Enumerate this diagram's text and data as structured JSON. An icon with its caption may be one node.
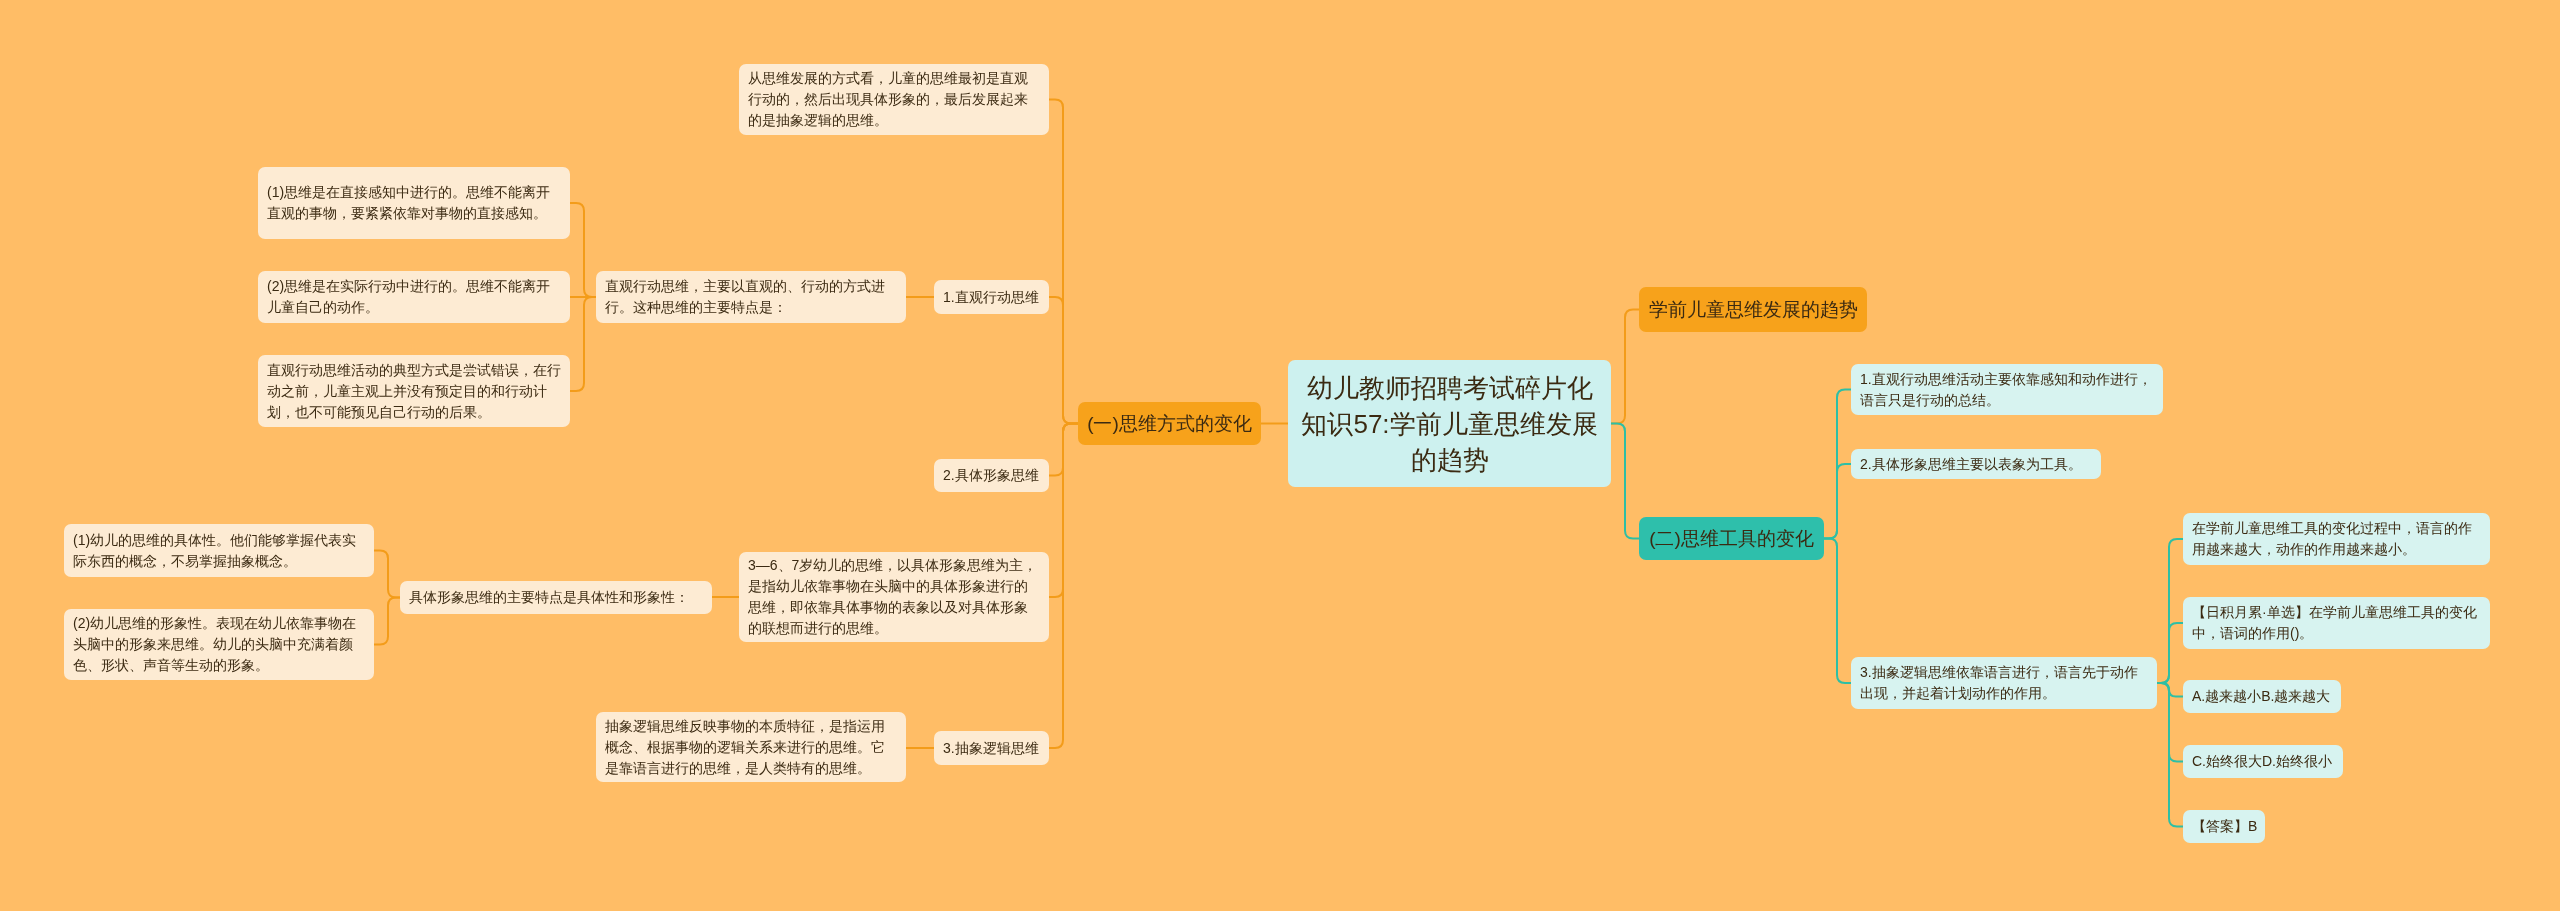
{
  "diagram": {
    "nodes": [
      {
        "text": [
          "幼儿教师招聘考试碎片化知识57:学前儿童思维发展的趋势"
        ]
      },
      {
        "text": [
          "(一)思维方式的变化"
        ]
      },
      {
        "text": [
          "从思维发展的方式看，儿童的思维最初是直观行动的，然后出现具体形象的，最后发展起来的是抽象逻辑的思维。"
        ]
      },
      {
        "text": [
          "1.直观行动思维"
        ]
      },
      {
        "text": [
          "直观行动思维，主要以直观的、行动的方式进行。这种思维的主要特点是："
        ]
      },
      {
        "text": [
          "(1)思维是在直接感知中进行的。思维不能离开直观的事物，要紧紧依靠对事物的直接感知。"
        ]
      },
      {
        "text": [
          "(2)思维是在实际行动中进行的。思维不能离开儿童自己的动作。"
        ]
      },
      {
        "text": [
          "直观行动思维活动的典型方式是尝试错误，在行动之前，儿童主观上并没有预定目的和行动计划，也不可能预见自己行动的后果。"
        ]
      },
      {
        "text": [
          "2.具体形象思维"
        ]
      },
      {
        "text": [
          "3—6、7岁幼儿的思维，以具体形象思维为主，是指幼儿依靠事物在头脑中的具体形象进行的思维，即依靠具体事物的表象以及对具体形象的联想而进行的思维。"
        ]
      },
      {
        "text": [
          "具体形象思维的主要特点是具体性和形象性："
        ]
      },
      {
        "text": [
          "(1)幼儿的思维的具体性。他们能够掌握代表实际东西的概念，不易掌握抽象概念。"
        ]
      },
      {
        "text": [
          "(2)幼儿思维的形象性。表现在幼儿依靠事物在头脑中的形象来思维。幼儿的头脑中充满着颜色、形状、声音等生动的形象。"
        ]
      },
      {
        "text": [
          "3.抽象逻辑思维"
        ]
      },
      {
        "text": [
          "抽象逻辑思维反映事物的本质特征，是指运用概念、根据事物的逻辑关系来进行的思维。它是靠语言进行的思维，是人类特有的思维。"
        ]
      },
      {
        "text": [
          "学前儿童思维发展的趋势"
        ]
      },
      {
        "text": [
          "(二)思维工具的变化"
        ]
      },
      {
        "text": [
          "1.直观行动思维活动主要依靠感知和动作进行，语言只是行动的总结。"
        ]
      },
      {
        "text": [
          "2.具体形象思维主要以表象为工具。"
        ]
      },
      {
        "text": [
          "3.抽象逻辑思维依靠语言进行，语言先于动作出现，并起着计划动作的作用。"
        ]
      },
      {
        "text": [
          "在学前儿童思维工具的变化过程中，语言的作用越来越大，动作的作用越来越小。"
        ]
      },
      {
        "text": [
          "【日积月累·单选】在学前儿童思维工具的变化中，语词的作用()。"
        ]
      },
      {
        "text": [
          "A.越来越小B.越来越大"
        ]
      },
      {
        "text": [
          "C.始终很大D.始终很小"
        ]
      },
      {
        "text": [
          "【答案】B"
        ]
      }
    ],
    "edges": [
      {
        "from": 0,
        "to": 1,
        "arrow": "none"
      },
      {
        "from": 1,
        "to": 2,
        "arrow": "none"
      },
      {
        "from": 1,
        "to": 3,
        "arrow": "none"
      },
      {
        "from": 3,
        "to": 4,
        "arrow": "none"
      },
      {
        "from": 4,
        "to": 5,
        "arrow": "none"
      },
      {
        "from": 4,
        "to": 6,
        "arrow": "none"
      },
      {
        "from": 4,
        "to": 7,
        "arrow": "none"
      },
      {
        "from": 1,
        "to": 8,
        "arrow": "none"
      },
      {
        "from": 1,
        "to": 9,
        "arrow": "none"
      },
      {
        "from": 9,
        "to": 10,
        "arrow": "none"
      },
      {
        "from": 10,
        "to": 11,
        "arrow": "none"
      },
      {
        "from": 10,
        "to": 12,
        "arrow": "none"
      },
      {
        "from": 1,
        "to": 13,
        "arrow": "none"
      },
      {
        "from": 13,
        "to": 14,
        "arrow": "none"
      },
      {
        "from": 0,
        "to": 15,
        "arrow": "none"
      },
      {
        "from": 0,
        "to": 16,
        "arrow": "none",
        "color": "#2ebfa5"
      },
      {
        "from": 16,
        "to": 17,
        "arrow": "none",
        "color": "#2ebfa5"
      },
      {
        "from": 16,
        "to": 18,
        "arrow": "none",
        "color": "#2ebfa5"
      },
      {
        "from": 16,
        "to": 19,
        "arrow": "none",
        "color": "#2ebfa5"
      },
      {
        "from": 19,
        "to": 20,
        "arrow": "none",
        "color": "#2ebfa5"
      },
      {
        "from": 19,
        "to": 21,
        "arrow": "none",
        "color": "#2ebfa5"
      },
      {
        "from": 19,
        "to": 22,
        "arrow": "none",
        "color": "#2ebfa5"
      },
      {
        "from": 19,
        "to": 23,
        "arrow": "none",
        "color": "#2ebfa5"
      },
      {
        "from": 19,
        "to": 24,
        "arrow": "none",
        "color": "#2ebfa5"
      }
    ]
  }
}
